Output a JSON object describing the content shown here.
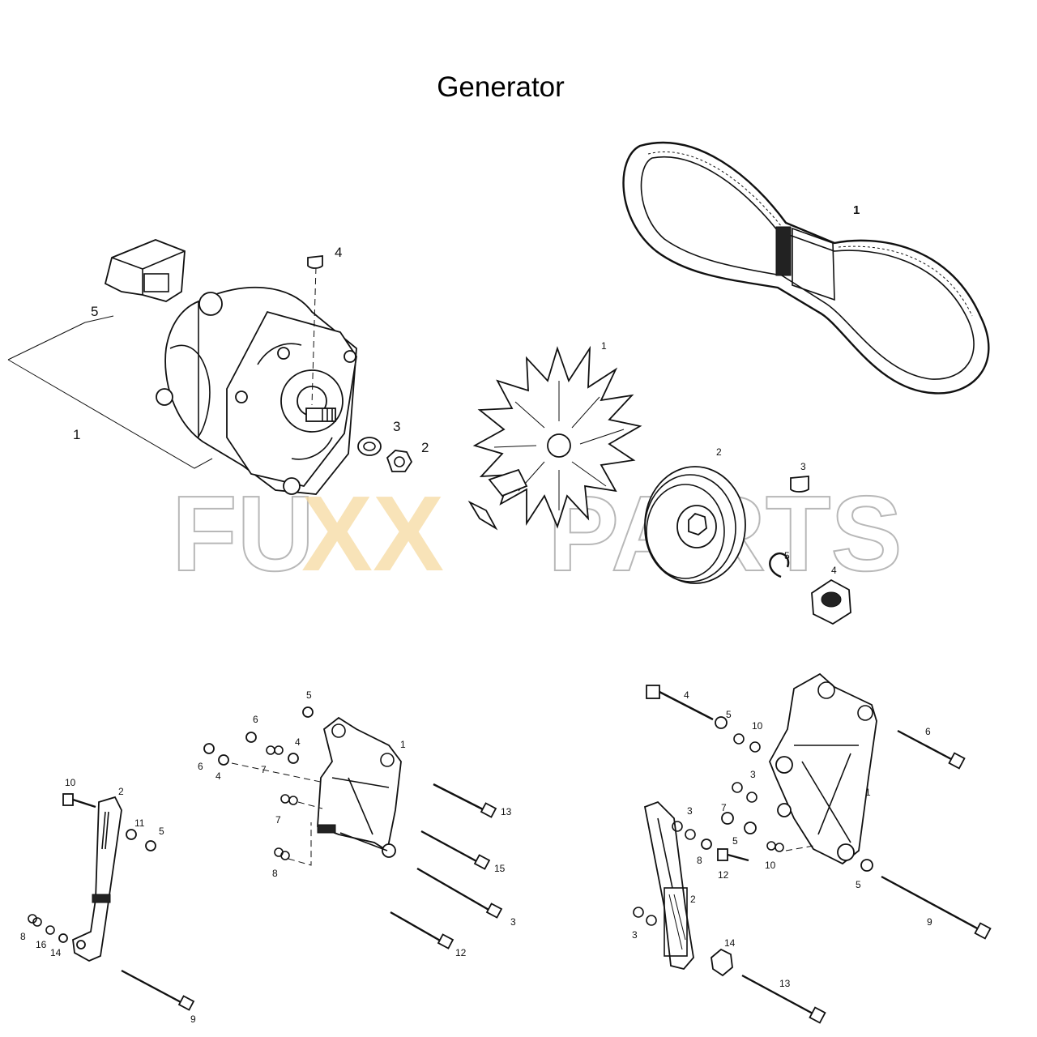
{
  "title": "Generator",
  "watermark": {
    "prefix": "FU",
    "mid": "XX",
    "suffix": "PARTS",
    "accent_color": "#f5d9a0",
    "outline_color": "#b8b8b8"
  },
  "callouts": {
    "alternator_group": [
      "5",
      "1",
      "4",
      "3",
      "2"
    ],
    "fan": [
      "1"
    ],
    "pulley_group": [
      "2",
      "3",
      "5",
      "4"
    ],
    "belt": [
      "1"
    ],
    "bracket_left": [
      "5",
      "6",
      "6",
      "4",
      "4",
      "7",
      "7",
      "8",
      "1",
      "13",
      "15",
      "3",
      "12",
      "10",
      "2",
      "11",
      "5",
      "8",
      "16",
      "14",
      "9"
    ],
    "bracket_right": [
      "4",
      "5",
      "10",
      "6",
      "3",
      "7",
      "3",
      "5",
      "8",
      "12",
      "10",
      "1",
      "5",
      "9",
      "2",
      "3",
      "14",
      "13"
    ]
  }
}
